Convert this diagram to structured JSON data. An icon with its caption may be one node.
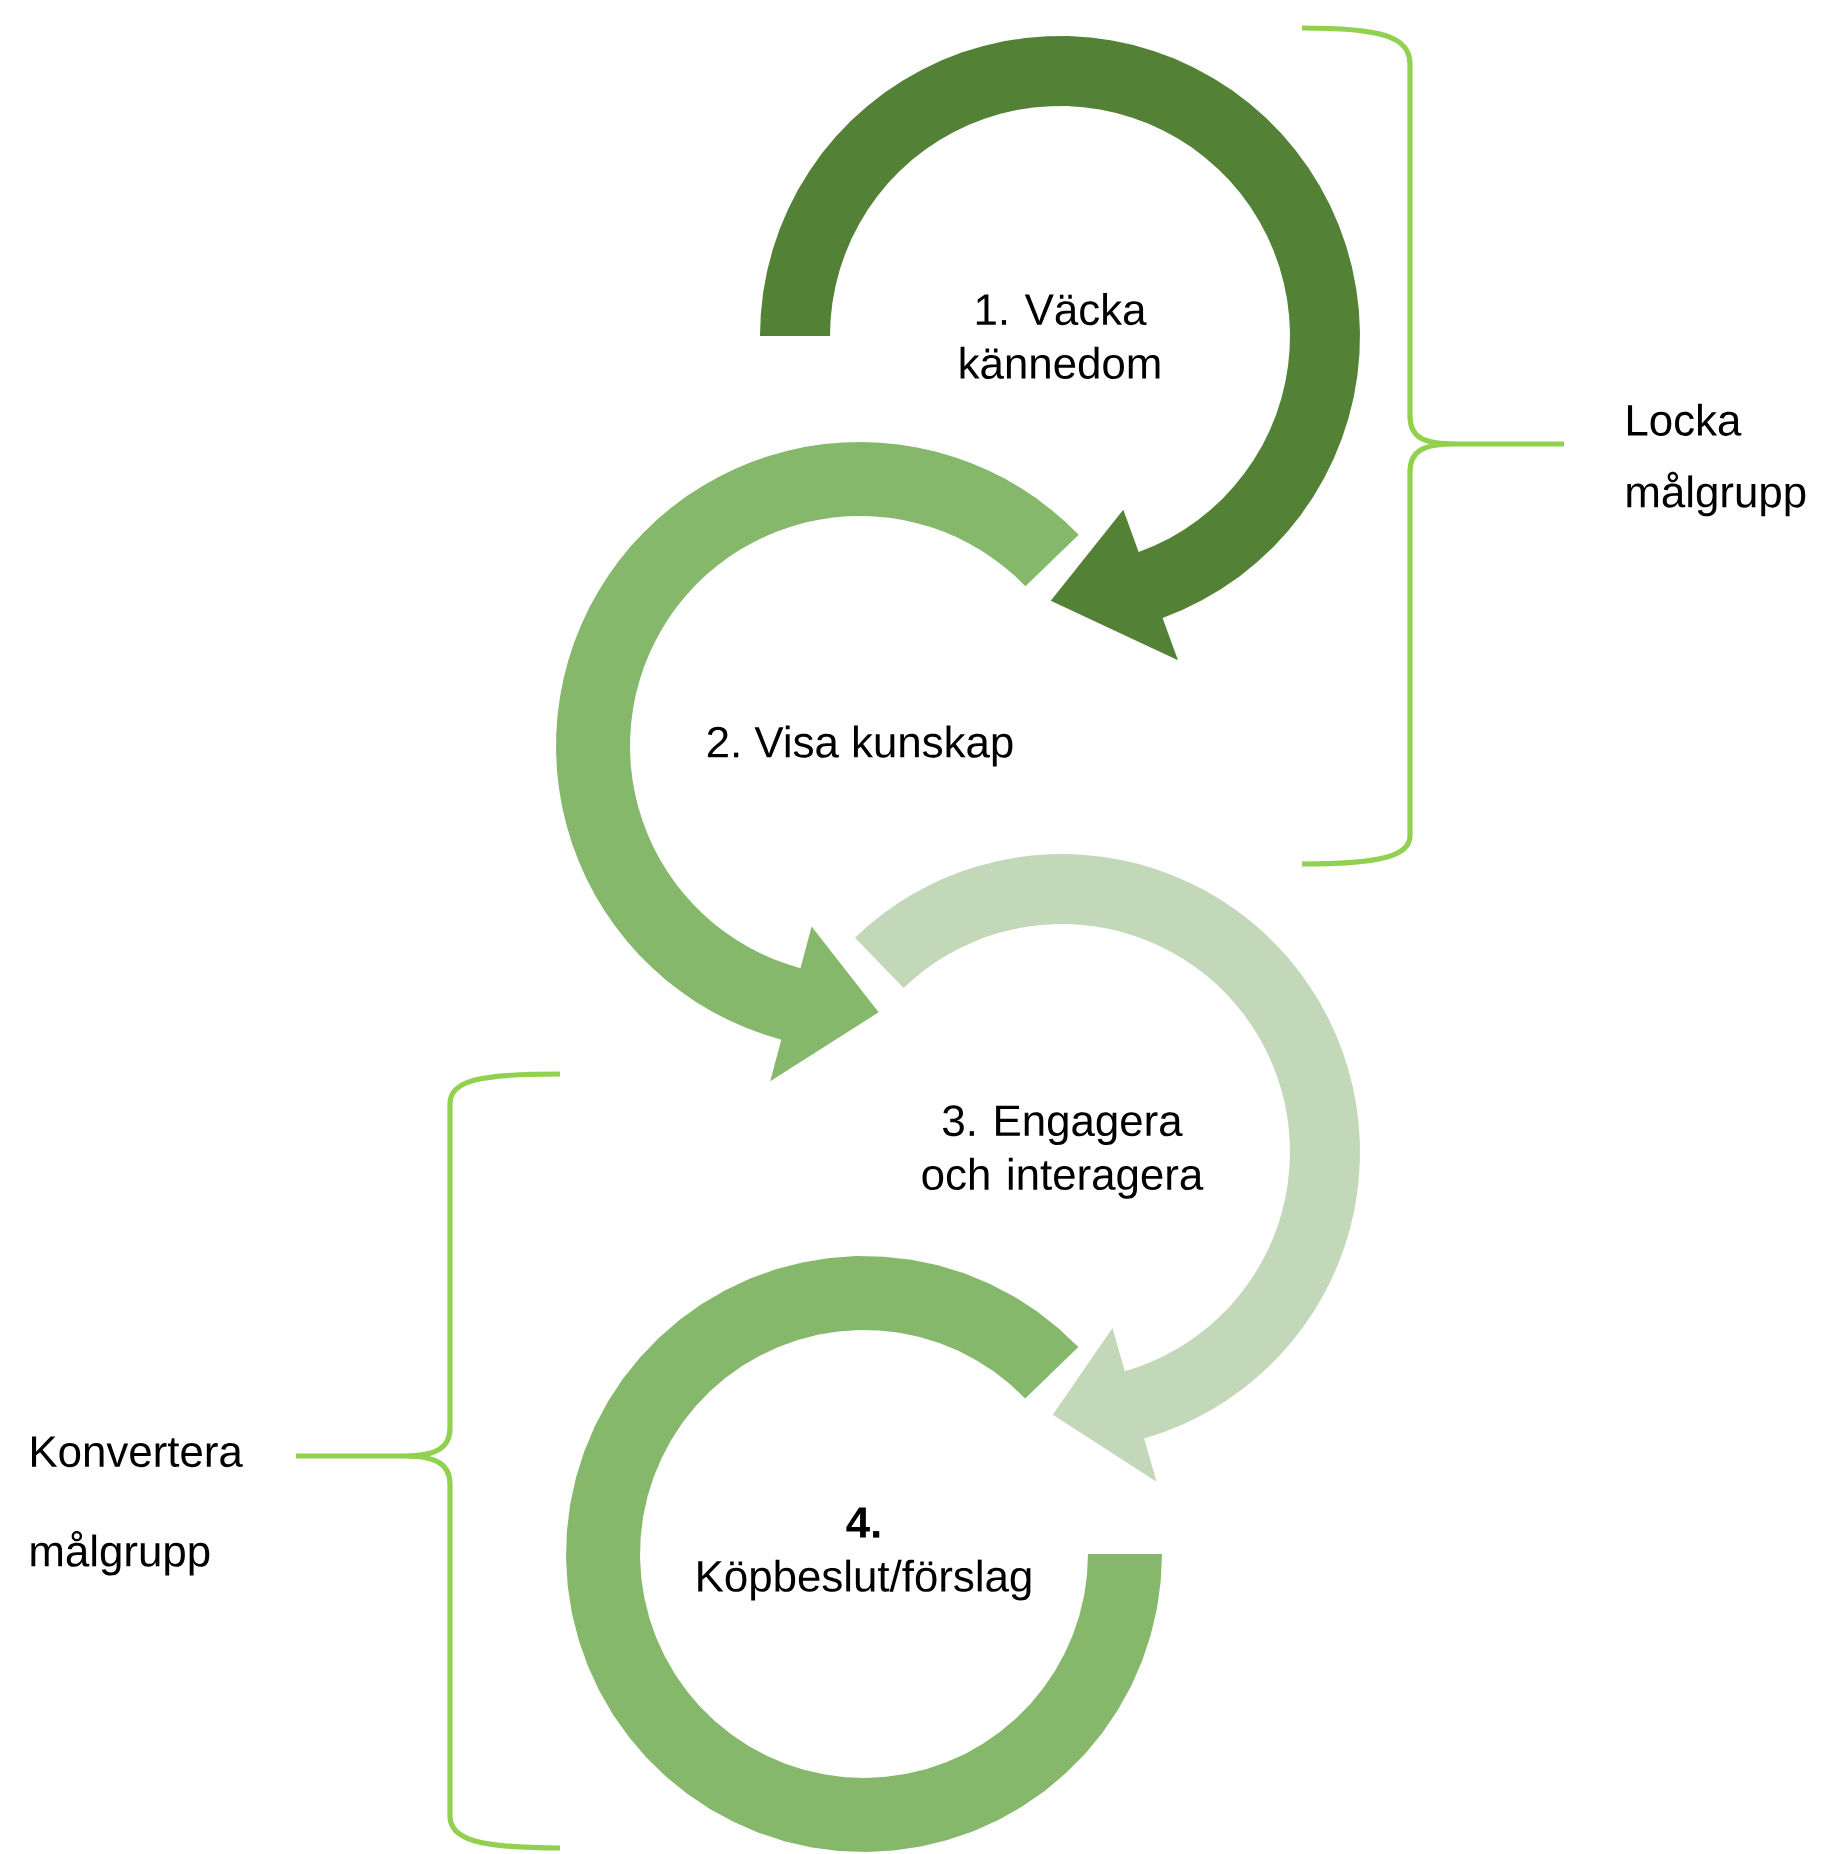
{
  "diagram": {
    "nodes": [
      {
        "text": [
          "1. Väcka kännedom"
        ]
      },
      {
        "text": [
          "2. Visa kunskap"
        ]
      },
      {
        "text": [
          "3. Engagera och interagera"
        ]
      },
      {
        "text": [
          "**4.** Köpbeslut/förslag"
        ]
      }
    ],
    "edges": [
      {
        "from": 0,
        "to": 1,
        "arrow": "to",
        "style": "thick",
        "color": "#538135"
      },
      {
        "from": 1,
        "to": 2,
        "arrow": "to",
        "style": "thick"
      },
      {
        "from": 2,
        "to": 3,
        "arrow": "to",
        "style": "thick",
        "color": "#c3d7b9"
      }
    ],
    "labels": [
      "Locka målgrupp",
      "Konvertera målgrupp"
    ]
  }
}
